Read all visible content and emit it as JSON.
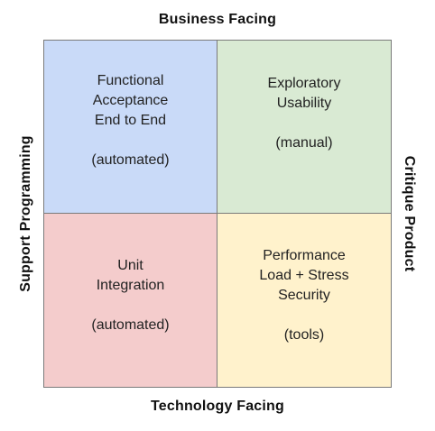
{
  "axes": {
    "top": "Business Facing",
    "bottom": "Technology Facing",
    "left": "Support Programming",
    "right": "Critique Product"
  },
  "quadrants": {
    "top_left": {
      "lines": [
        "Functional",
        "Acceptance",
        "End to End"
      ],
      "note": "(automated)",
      "color": "#c9daf8"
    },
    "top_right": {
      "lines": [
        "Exploratory",
        "Usability"
      ],
      "note": "(manual)",
      "color": "#d9ead3"
    },
    "bottom_left": {
      "lines": [
        "Unit",
        "Integration"
      ],
      "note": "(automated)",
      "color": "#f4cccc"
    },
    "bottom_right": {
      "lines": [
        "Performance",
        "Load + Stress",
        "Security"
      ],
      "note": "(tools)",
      "color": "#fff2cc"
    }
  }
}
